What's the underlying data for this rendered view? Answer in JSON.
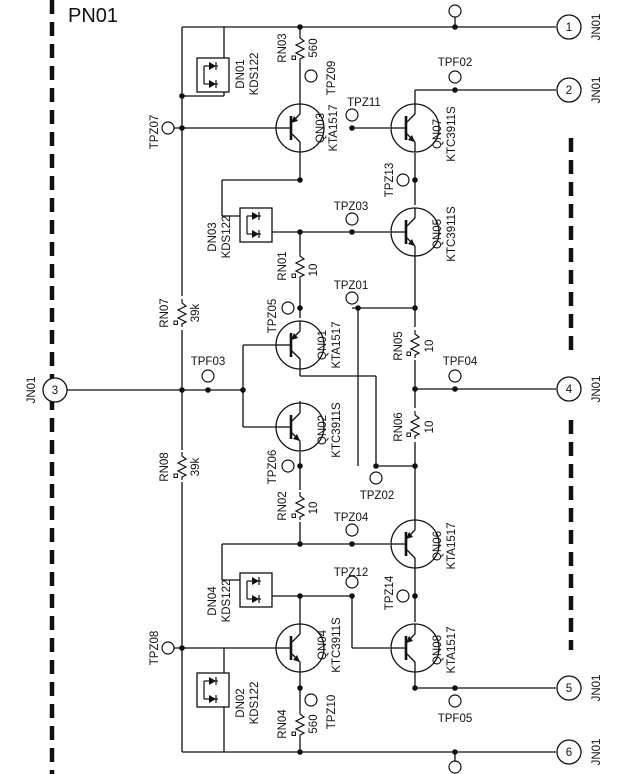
{
  "board": {
    "title": "PN01"
  },
  "connectors": [
    {
      "id": "c1",
      "num": "1",
      "name": "JN01"
    },
    {
      "id": "c2",
      "num": "2",
      "name": "JN01"
    },
    {
      "id": "c3",
      "num": "3",
      "name": "JN01"
    },
    {
      "id": "c4",
      "num": "4",
      "name": "JN01"
    },
    {
      "id": "c5",
      "num": "5",
      "name": "JN01"
    },
    {
      "id": "c6",
      "num": "6",
      "name": "JN01"
    }
  ],
  "transistors": {
    "qn01": {
      "ref": "QN01",
      "part": "KTA1517"
    },
    "qn02": {
      "ref": "QN02",
      "part": "KTC3911S"
    },
    "qn03": {
      "ref": "QN03",
      "part": "KTA1517"
    },
    "qn04": {
      "ref": "QN04",
      "part": "KTC3911S"
    },
    "qn05": {
      "ref": "QN05",
      "part": "KTC3911S"
    },
    "qn06": {
      "ref": "QN06",
      "part": "KTA1517"
    },
    "qn07": {
      "ref": "QN07",
      "part": "KTC3911S"
    },
    "qn08": {
      "ref": "QN08",
      "part": "KTA1517"
    }
  },
  "diodes": {
    "dn01": {
      "ref": "DN01",
      "part": "KDS122"
    },
    "dn02": {
      "ref": "DN02",
      "part": "KDS122"
    },
    "dn03": {
      "ref": "DN03",
      "part": "KDS122"
    },
    "dn04": {
      "ref": "DN04",
      "part": "KDS122"
    }
  },
  "resistors": {
    "rn01": {
      "ref": "RN01",
      "value": "10"
    },
    "rn02": {
      "ref": "RN02",
      "value": "10"
    },
    "rn03": {
      "ref": "RN03",
      "value": "560"
    },
    "rn04": {
      "ref": "RN04",
      "value": "560"
    },
    "rn05": {
      "ref": "RN05",
      "value": "10"
    },
    "rn06": {
      "ref": "RN06",
      "value": "10"
    },
    "rn07": {
      "ref": "RN07",
      "value": "39k"
    },
    "rn08": {
      "ref": "RN08",
      "value": "39k"
    }
  },
  "test_points": {
    "tpf02": "TPF02",
    "tpf03": "TPF03",
    "tpf04": "TPF04",
    "tpf05": "TPF05",
    "tpz01": "TPZ01",
    "tpz02": "TPZ02",
    "tpz03": "TPZ03",
    "tpz04": "TPZ04",
    "tpz05": "TPZ05",
    "tpz06": "TPZ06",
    "tpz07": "TPZ07",
    "tpz08": "TPZ08",
    "tpz09": "TPZ09",
    "tpz10": "TPZ10",
    "tpz11": "TPZ11",
    "tpz12": "TPZ12",
    "tpz13": "TPZ13",
    "tpz14": "TPZ14"
  }
}
